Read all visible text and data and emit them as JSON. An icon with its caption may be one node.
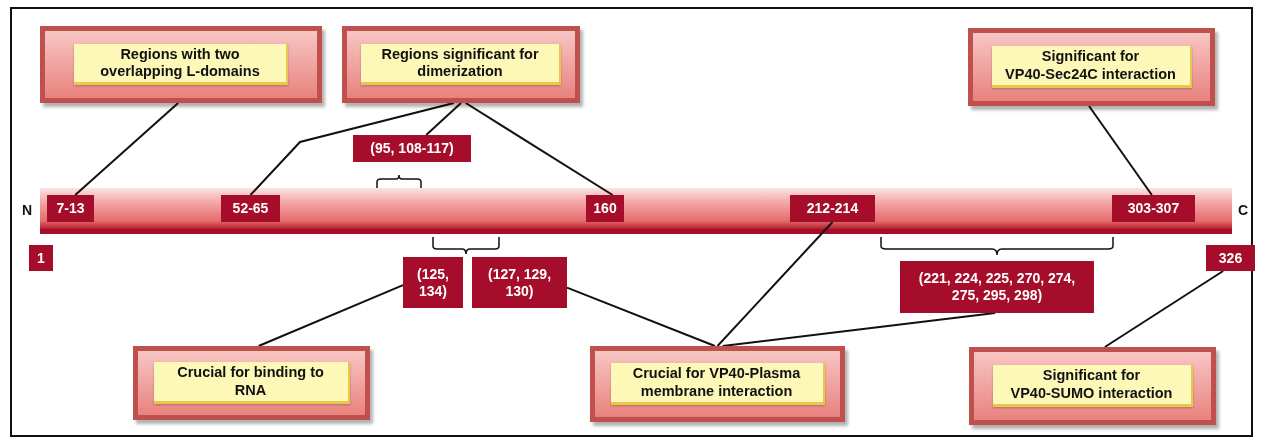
{
  "diagram": {
    "nodes": [
      {
        "text": [
          "Regions with two overlapping L-domains"
        ]
      },
      {
        "text": [
          "Regions significant for dimerization"
        ]
      },
      {
        "text": [
          "Significant for VP40-Sec24C interaction"
        ]
      },
      {
        "text": [],
        "shape": "bar"
      },
      {
        "text": [
          "7-13"
        ],
        "in": 3
      },
      {
        "text": [
          "52-65"
        ],
        "in": 3
      },
      {
        "text": [
          "160"
        ],
        "in": 3
      },
      {
        "text": [
          "212-214"
        ],
        "in": 3
      },
      {
        "text": [
          "303-307"
        ],
        "in": 3
      },
      {
        "text": [
          "(95, 108-117)"
        ]
      },
      {
        "text": [
          "1"
        ]
      },
      {
        "text": [
          "(125, 134)"
        ]
      },
      {
        "text": [
          "(127, 129, 130)"
        ]
      },
      {
        "text": [
          "(221, 224, 225, 270, 274, 275, 295, 298)"
        ]
      },
      {
        "text": [
          "326"
        ]
      },
      {
        "text": [
          "Crucial for binding to RNA"
        ]
      },
      {
        "text": [
          "Crucial for VP40-Plasma membrane interaction"
        ]
      },
      {
        "text": [
          "Significant for VP40-SUMO interaction"
        ]
      }
    ],
    "edges": [
      {
        "from": 0,
        "to": 4,
        "arrow": "none"
      },
      {
        "from": 1,
        "to": 5,
        "arrow": "none"
      },
      {
        "from": 1,
        "to": 9,
        "arrow": "none"
      },
      {
        "from": 1,
        "to": 6,
        "arrow": "none"
      },
      {
        "from": 2,
        "to": 8,
        "arrow": "none"
      },
      {
        "from": 11,
        "to": 15,
        "arrow": "none"
      },
      {
        "from": 12,
        "to": 16,
        "arrow": "none"
      },
      {
        "from": 7,
        "to": 16,
        "arrow": "none"
      },
      {
        "from": 13,
        "to": 16,
        "arrow": "none"
      },
      {
        "from": 14,
        "to": 17,
        "arrow": "none"
      }
    ],
    "labels": [
      "N",
      "C"
    ]
  }
}
